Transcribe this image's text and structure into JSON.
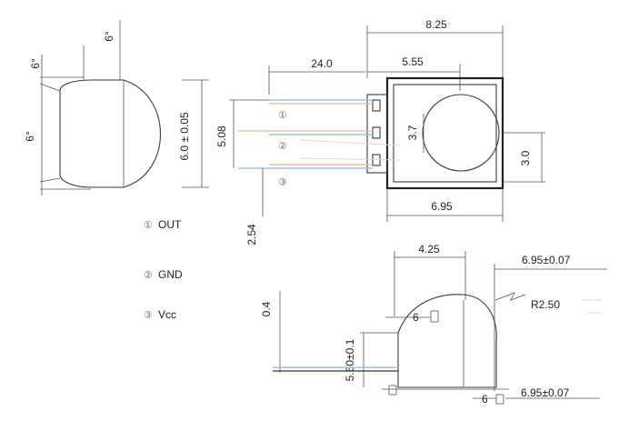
{
  "dimensions": {
    "side_angle_top": "6°",
    "side_angle_left": "6°",
    "side_angle_small": "6°",
    "side_height": "6.0 ± 0.05",
    "top_width": "8.25",
    "lead_length": "24.0",
    "lens_offset": "5.55",
    "lens_diameter": "3.7",
    "pitch_total": "5.08",
    "right_height": "3.0",
    "body_width": "6.95",
    "pitch": "2.54",
    "bottom_width": "4.25",
    "bottom_total": "6.95±0.07",
    "radius": "R2.50",
    "small_angle_a": "6",
    "thickness": "0.4",
    "bottom_height": "5.60±0.1",
    "small_angle_b": "6",
    "bottom_total_2": "6.95±0.07"
  },
  "pins": {
    "p1_marker": "①",
    "p2_marker": "②",
    "p3_marker": "③",
    "legend": [
      {
        "marker": "①",
        "label": "OUT"
      },
      {
        "marker": "②",
        "label": "GND"
      },
      {
        "marker": "③",
        "label": "Vcc"
      }
    ]
  }
}
